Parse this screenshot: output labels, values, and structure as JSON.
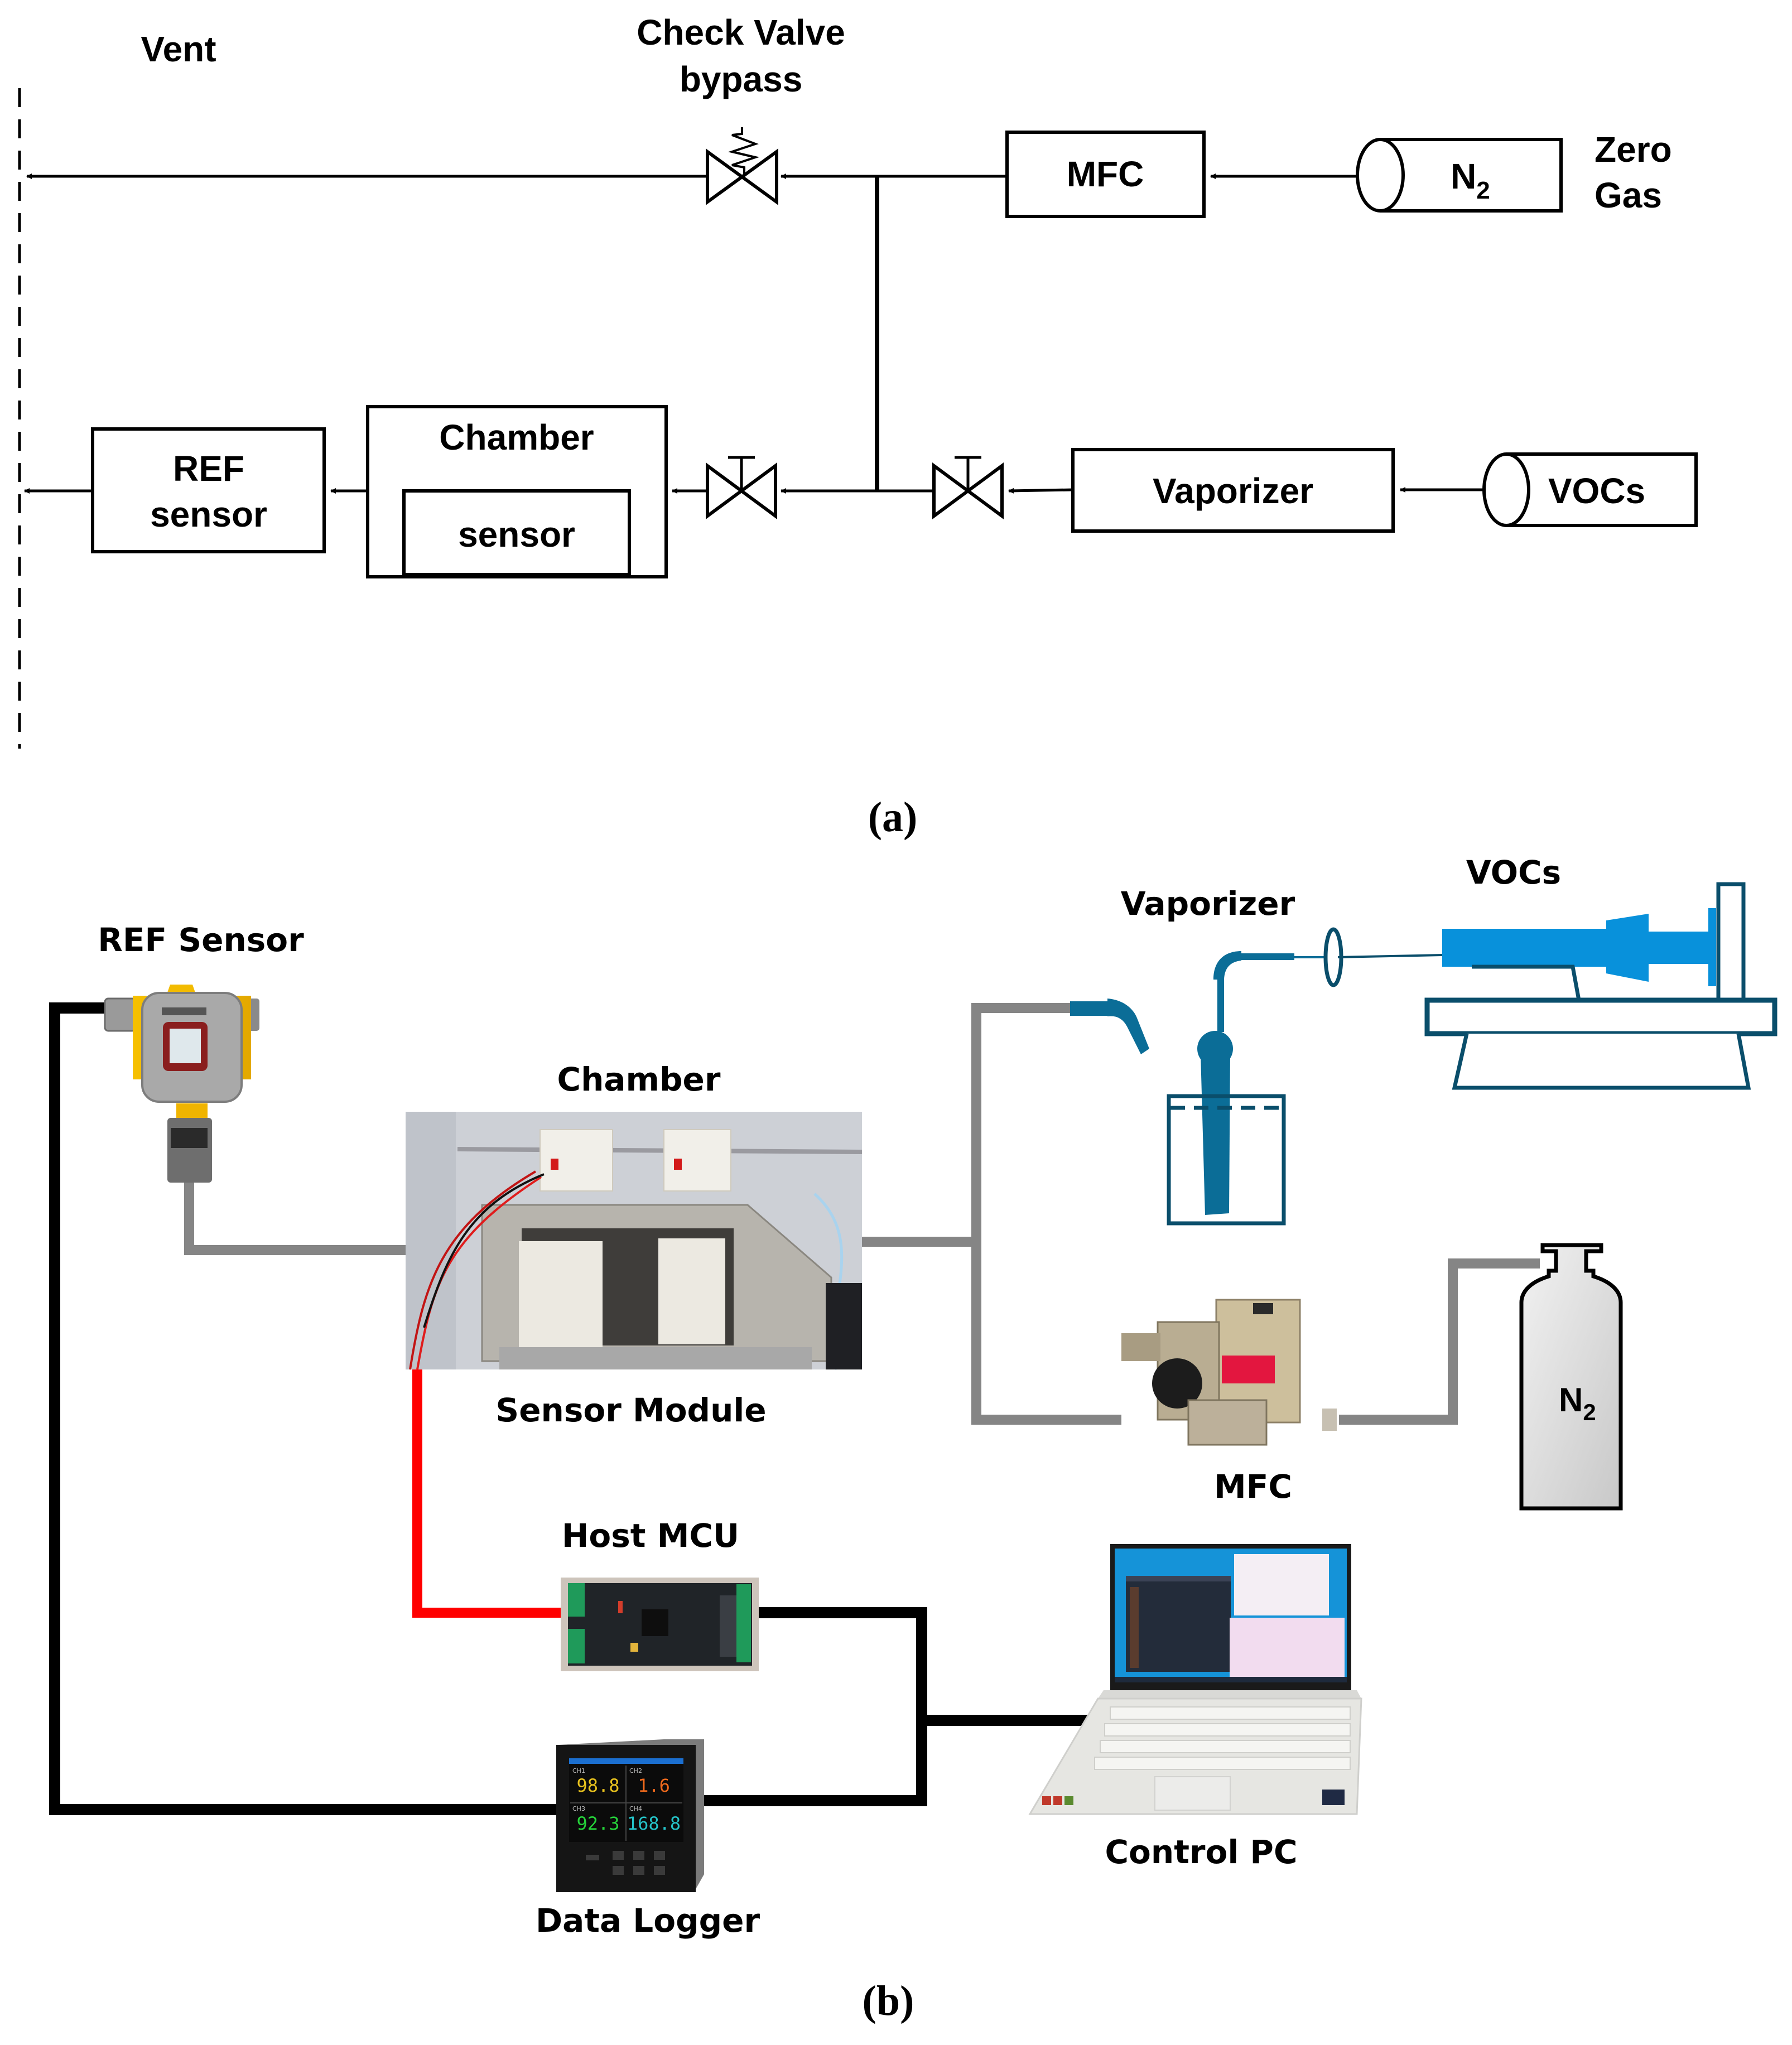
{
  "figure": {
    "panel_a": {
      "caption": "(a)",
      "labels": {
        "vent": "Vent",
        "check_valve_line1": "Check Valve",
        "check_valve_line2": "bypass",
        "mfc": "MFC",
        "n2": "N",
        "n2_sub": "2",
        "zero_gas_line1": "Zero",
        "zero_gas_line2": "Gas",
        "chamber": "Chamber",
        "sensor": "sensor",
        "ref_line1": "REF",
        "ref_line2": "sensor",
        "vaporizer": "Vaporizer",
        "vocs": "VOCs"
      },
      "icons": [
        "check-valve-icon",
        "needle-valve-icon",
        "gas-cylinder-icon",
        "flow-arrow-icon"
      ]
    },
    "panel_b": {
      "caption": "(b)",
      "labels": {
        "ref_sensor": "REF Sensor",
        "chamber": "Chamber",
        "sensor_module": "Sensor Module",
        "vaporizer": "Vaporizer",
        "vocs": "VOCs",
        "mfc": "MFC",
        "n2": "N",
        "n2_sub": "2",
        "host_mcu": "Host MCU",
        "control_pc": "Control PC",
        "data_logger": "Data Logger"
      },
      "data_logger_readouts": [
        {
          "channel": "CH1",
          "value": "98.8",
          "color": "#e8c21e"
        },
        {
          "channel": "CH2",
          "value": "1.6",
          "color": "#f06a1c"
        },
        {
          "channel": "CH3",
          "value": "92.3",
          "color": "#25d23a"
        },
        {
          "channel": "CH4",
          "value": "168.8",
          "color": "#25c3c8"
        }
      ],
      "colors": {
        "gas_line": "#858585",
        "signal_line": "#000000",
        "power_line": "#ff0000",
        "vaporizer": "#0b6d97",
        "syringe": "#0891db"
      }
    }
  }
}
